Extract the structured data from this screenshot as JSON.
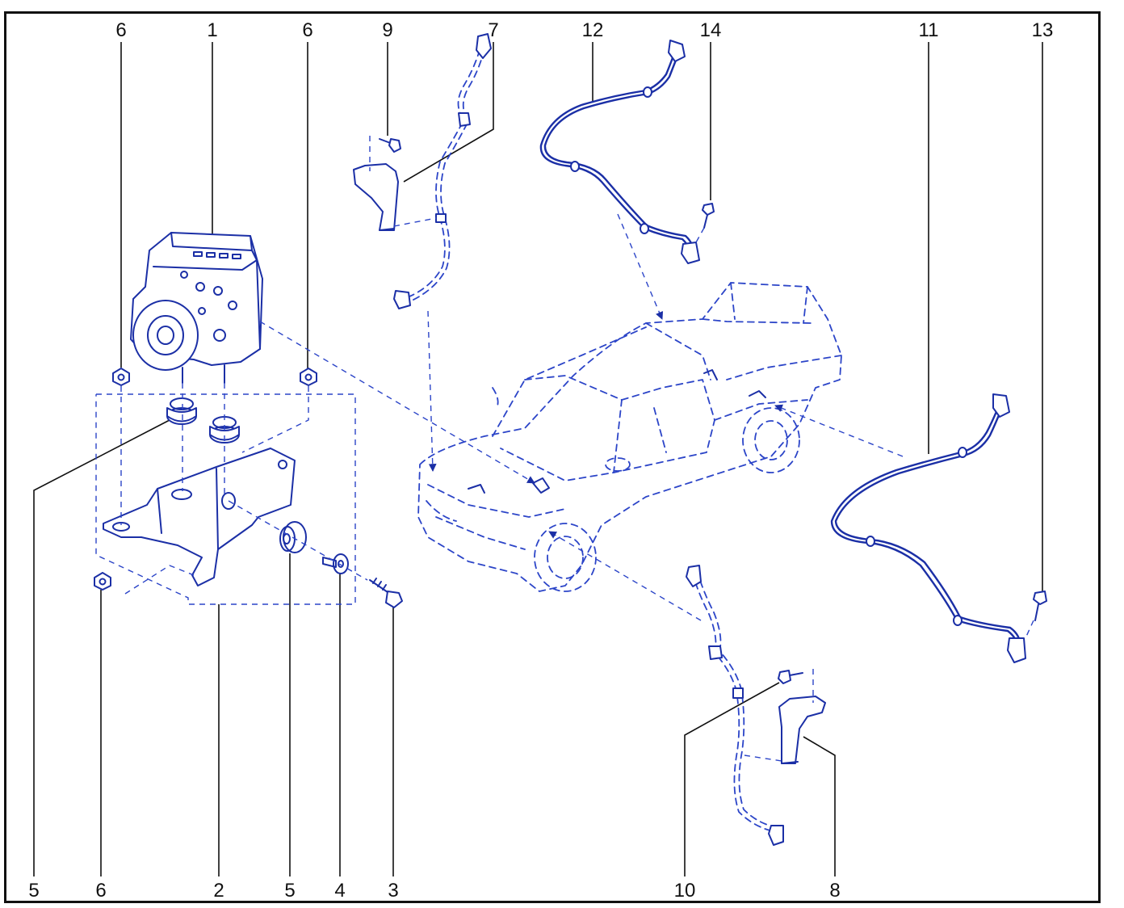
{
  "colors": {
    "line_art": "#1b2fa6",
    "dashed": "#2c45c8",
    "callout": "#111111",
    "frame": "#111111"
  },
  "callouts": {
    "c1": "1",
    "c2": "2",
    "c3": "3",
    "c4": "4",
    "c5a": "5",
    "c5b": "5",
    "c6a": "6",
    "c6b": "6",
    "c6c": "6",
    "c7": "7",
    "c8": "8",
    "c9": "9",
    "c10": "10",
    "c11": "11",
    "c12": "12",
    "c13": "13",
    "c14": "14"
  }
}
